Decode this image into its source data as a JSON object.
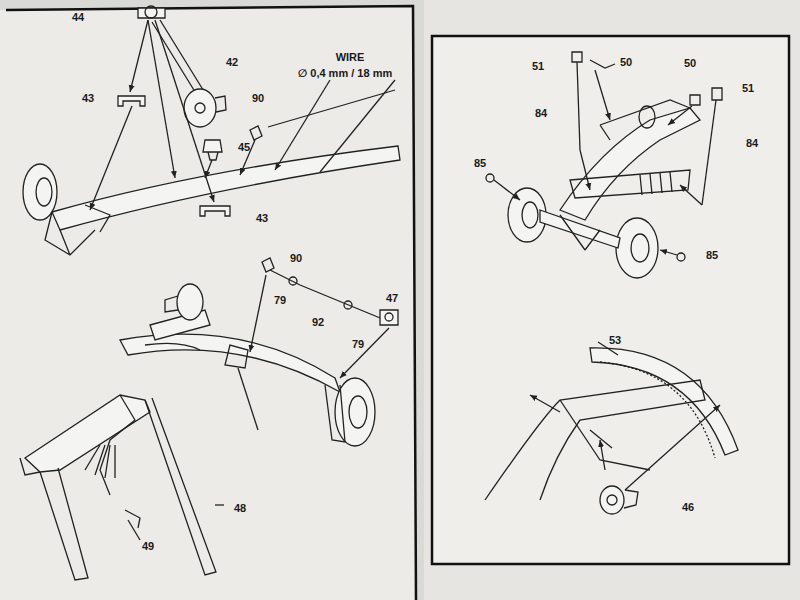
{
  "diagram": {
    "labels": [
      "44",
      "42",
      "43",
      "90",
      "WIRE",
      "∅ 0,4 mm / 18 mm",
      "45",
      "43",
      "90",
      "79",
      "92",
      "79",
      "47",
      "48",
      "49",
      "51",
      "50",
      "50",
      "51",
      "84",
      "84",
      "85",
      "85",
      "53",
      "46"
    ]
  }
}
